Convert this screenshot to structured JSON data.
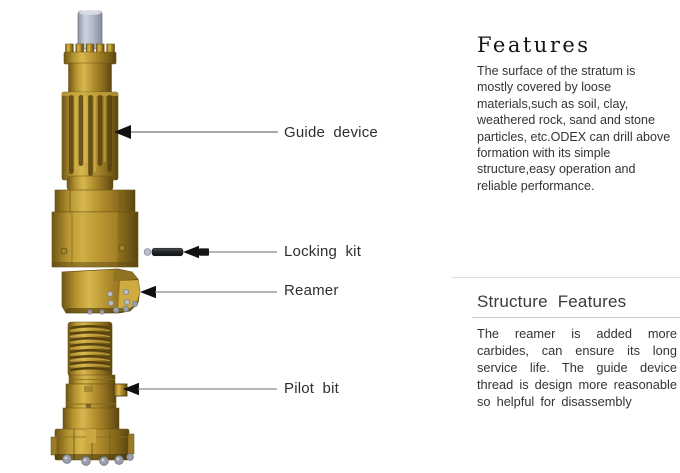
{
  "page": {
    "background": "#ffffff"
  },
  "colors": {
    "gold_highlight": "#d7b84e",
    "gold_mid": "#b08b2c",
    "gold_shadow": "#5a450f",
    "steel_gray": "#b6bcc9",
    "carbide_gray": "#9ba1ac",
    "locking_rod_dark": "#1a1c1f",
    "text_dark": "#2e2e2e",
    "leader_line": "#8b8b8b",
    "arrowhead": "#101010",
    "rule_light": "#dcdcdc"
  },
  "diagram": {
    "labels": [
      {
        "id": "guide-device",
        "text": "Guide device"
      },
      {
        "id": "locking-kit",
        "text": "Locking kit"
      },
      {
        "id": "reamer",
        "text": "Reamer"
      },
      {
        "id": "pilot-bit",
        "text": "Pilot bit"
      }
    ]
  },
  "features": {
    "heading": "Features",
    "body": "The surface of the stratum is mostly covered by loose materials,such as soil, clay, weathered rock, sand and stone particles, etc.ODEX can drill above formation with its simple structure,easy operation and reliable performance."
  },
  "structure_features": {
    "heading": "Structure Features",
    "body": "The reamer is added more carbides, can ensure its long service life. The guide device thread is design more reasonable so helpful for disassembly"
  }
}
